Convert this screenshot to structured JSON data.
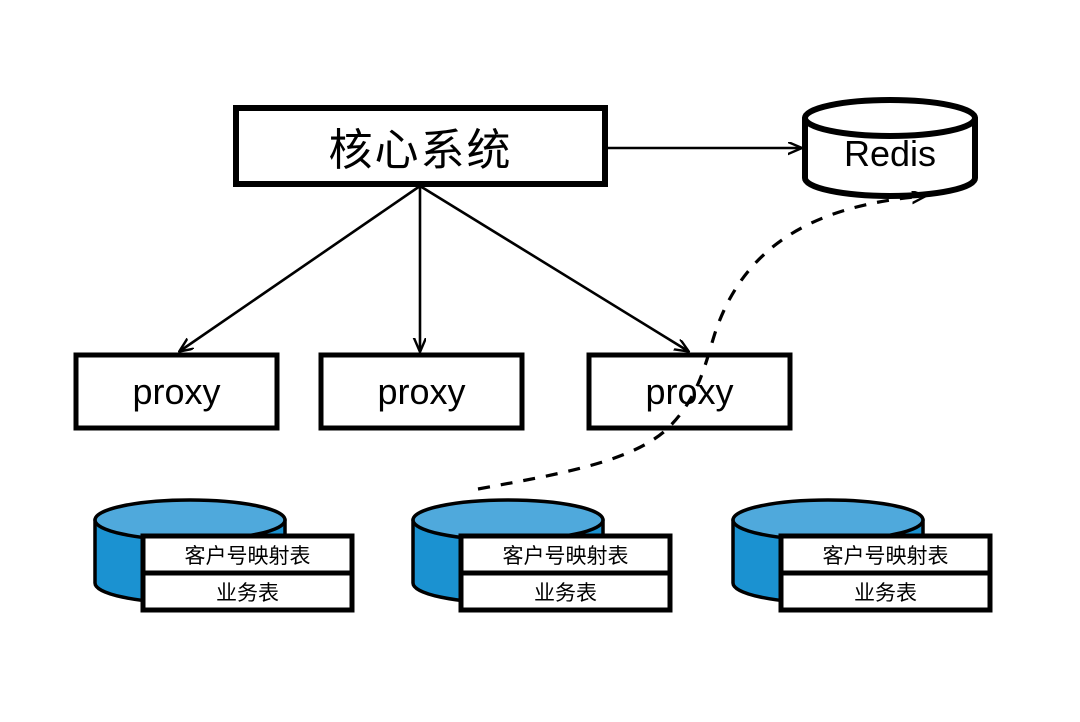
{
  "diagram": {
    "title": "core-system-proxy-sharding-architecture",
    "background_color": "#ffffff",
    "stroke_color": "#000000",
    "cylinder_body_color": "#1B92D1",
    "cylinder_top_color": "#4FA9DC",
    "box_fill_color": "#ffffff"
  },
  "nodes": {
    "core_system": {
      "label": "核心系统",
      "shape": "rectangle"
    },
    "redis": {
      "label": "Redis",
      "shape": "cylinder"
    },
    "proxies": [
      {
        "label": "proxy"
      },
      {
        "label": "proxy"
      },
      {
        "label": "proxy"
      }
    ],
    "databases": [
      {
        "shape": "cylinder",
        "tables": [
          {
            "label": "客户号映射表"
          },
          {
            "label": "业务表"
          }
        ]
      },
      {
        "shape": "cylinder",
        "tables": [
          {
            "label": "客户号映射表"
          },
          {
            "label": "业务表"
          }
        ]
      },
      {
        "shape": "cylinder",
        "tables": [
          {
            "label": "客户号映射表"
          },
          {
            "label": "业务表"
          }
        ]
      }
    ]
  },
  "edges": [
    {
      "name": "core-to-redis",
      "from": "core_system",
      "to": "redis",
      "style": "solid",
      "arrow": "end"
    },
    {
      "name": "core-to-proxy-1",
      "from": "core_system",
      "to": "proxy-1",
      "style": "solid",
      "arrow": "end"
    },
    {
      "name": "core-to-proxy-2",
      "from": "core_system",
      "to": "proxy-2",
      "style": "solid",
      "arrow": "end"
    },
    {
      "name": "core-to-proxy-3",
      "from": "core_system",
      "to": "proxy-3",
      "style": "solid",
      "arrow": "end"
    },
    {
      "name": "database-to-redis",
      "from": "database-2",
      "to": "redis",
      "style": "dashed",
      "arrow": "end"
    }
  ]
}
